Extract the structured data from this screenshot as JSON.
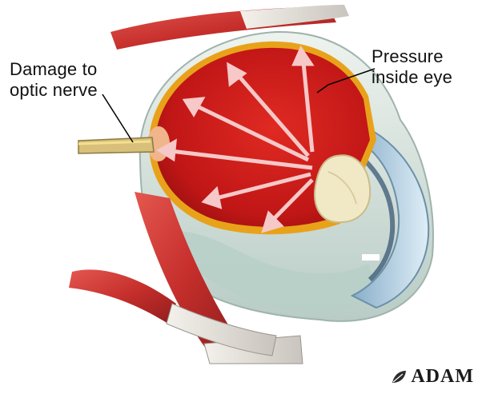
{
  "labels": {
    "optic_nerve": "Damage to\noptic nerve",
    "pressure": "Pressure\ninside eye"
  },
  "logo": {
    "text": "ADAM"
  },
  "colors": {
    "vitreous": "#c81a1a",
    "retina_rim": "#e8a21a",
    "sclera": "#d8e4dd",
    "muscle": "#cf3a36",
    "lens": "#f1e9c6",
    "cornea": "#bfd8e6",
    "arrow": "#f6c8c8"
  }
}
